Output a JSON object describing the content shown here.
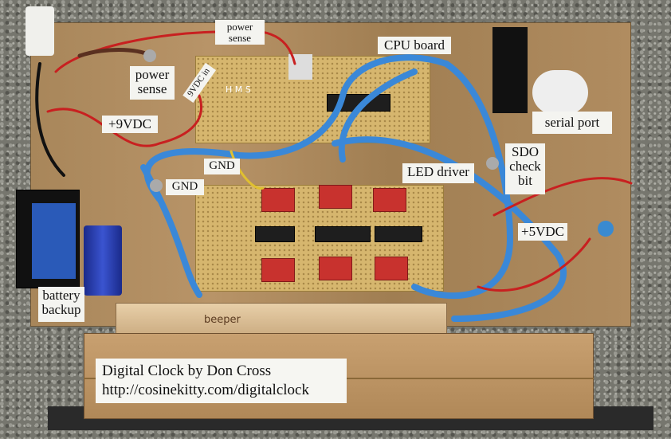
{
  "labels": {
    "power_sense_top": "power sense",
    "power_sense_left": "power sense",
    "plus9vdc": "+9VDC",
    "cpu_board": "CPU board",
    "serial_port": "serial port",
    "sdo_check_bit": "SDO check bit",
    "led_driver": "LED driver",
    "gnd_1": "GND",
    "gnd_2": "GND",
    "plus5vdc": "+5VDC",
    "battery_backup": "battery backup",
    "nine_vdc_in": "9VDC in",
    "hms": "H M S",
    "beeper": "beeper"
  },
  "title": {
    "line1": "Digital Clock by Don Cross",
    "line2": "http://cosinekitty.com/digitalclock"
  }
}
